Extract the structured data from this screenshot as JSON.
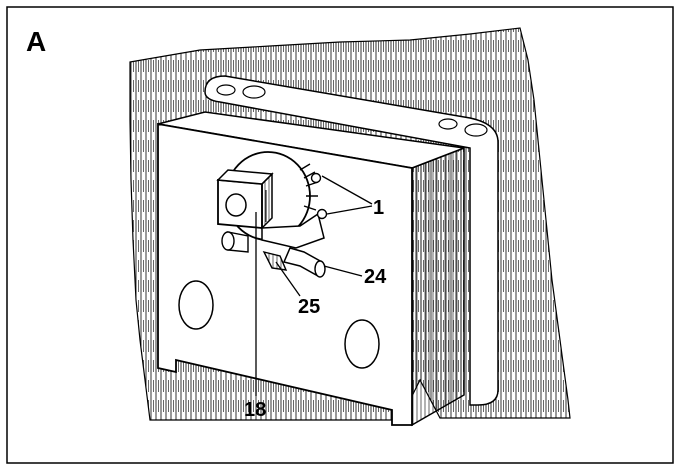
{
  "figure": {
    "panel_label": "A",
    "callouts": {
      "c1": "1",
      "c24": "24",
      "c25": "25",
      "c18": "18"
    },
    "colors": {
      "line": "#000000",
      "background": "#ffffff"
    }
  }
}
